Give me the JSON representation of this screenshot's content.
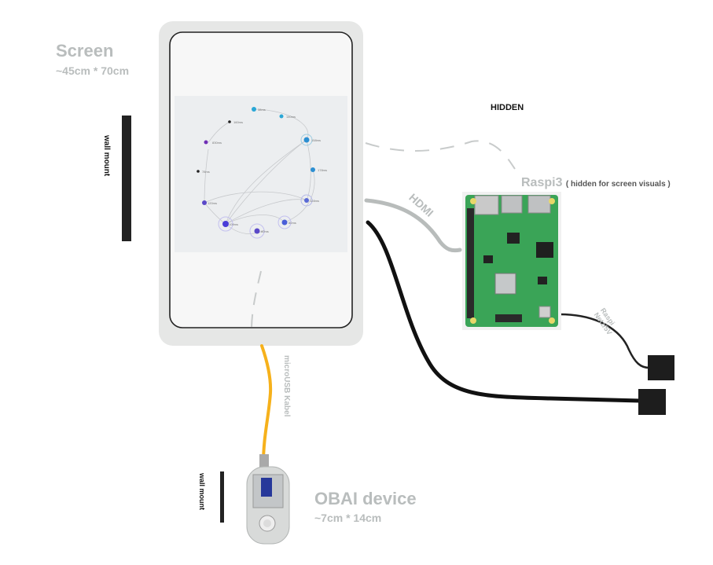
{
  "screen": {
    "title": "Screen",
    "size": "~45cm * 70cm",
    "wall_mount": "wall mount",
    "graph_labels": [
      "38ms",
      "140ms",
      "160ms",
      "830ms",
      "158ms",
      "178ms",
      "78ms",
      "120ms",
      "128ms",
      "109ms",
      "80ms",
      "60ms"
    ]
  },
  "hidden_label": "HIDDEN",
  "raspi": {
    "title": "Raspi3",
    "note": "( hidden for screen visuals )",
    "power_label_line1": "Raspi",
    "power_label_line2": "Netz/5V"
  },
  "cables": {
    "hdmi": "HDMI",
    "microusb": "microUSB Kabel"
  },
  "device": {
    "title": "OBAI device",
    "size": "~7cm * 14cm",
    "wall_mount": "wall mount"
  },
  "colors": {
    "screen_frame": "#e6e7e6",
    "cable_gray": "#b8bcbb",
    "cable_black": "#111111",
    "cable_usb": "#f6b11b",
    "pcb": "#3aa457"
  }
}
